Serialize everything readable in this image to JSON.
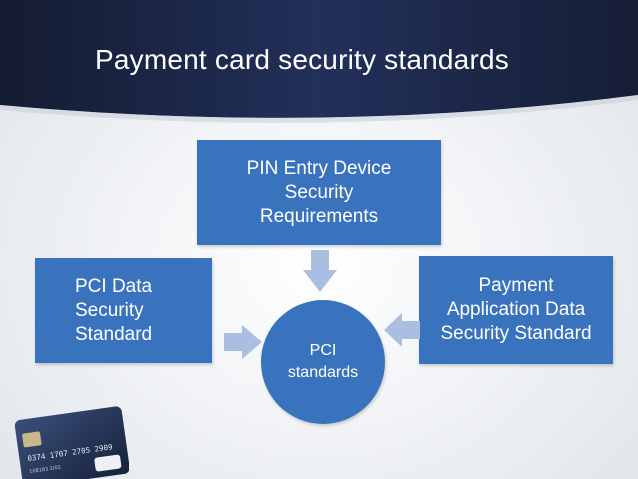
{
  "slide": {
    "title": "Payment card security standards"
  },
  "diagram": {
    "center": "PCI\nstandards",
    "top_box": "PIN Entry Device\nSecurity\nRequirements",
    "left_box": "PCI Data\nSecurity\nStandard",
    "right_box": "Payment\nApplication Data\nSecurity Standard"
  },
  "card_image": {
    "number": "0374  1707  2705  2909",
    "small_text": "108183   2/02"
  },
  "colors": {
    "header_dark": "#1b2540",
    "box_fill": "#3a73bd",
    "arrow_fill": "#a9bfe0",
    "text": "#ffffff"
  }
}
